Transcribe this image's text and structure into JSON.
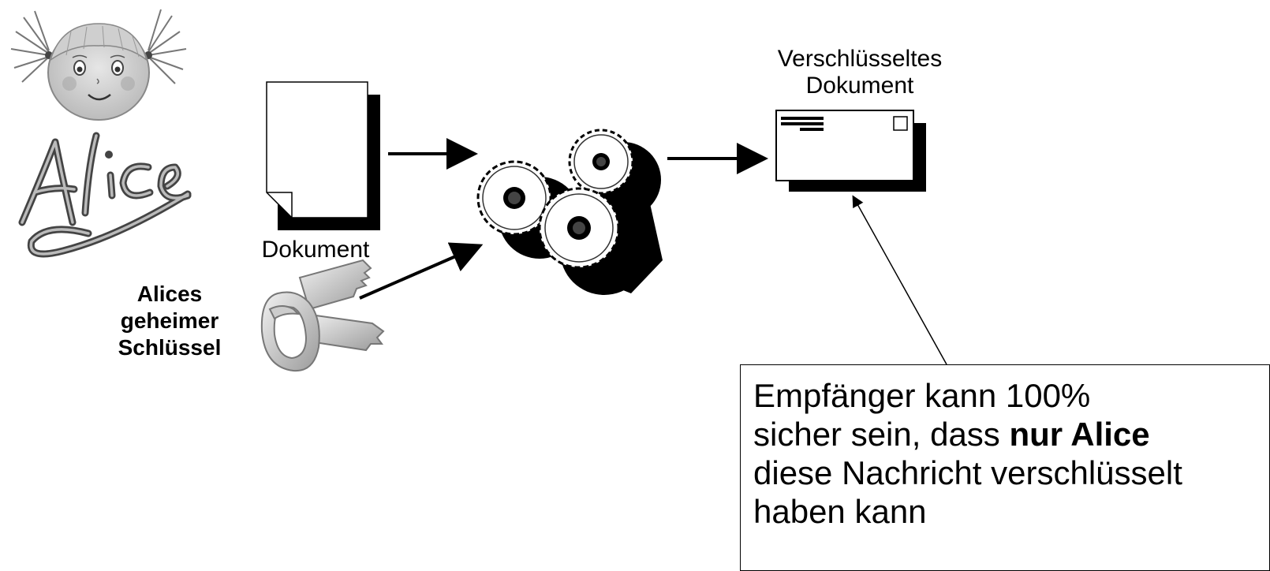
{
  "signature_text": "Alice",
  "labels": {
    "document": "Dokument",
    "encrypted_line1": "Verschlüsseltes",
    "encrypted_line2": "Dokument",
    "key_line1": "Alices",
    "key_line2": "geheimer",
    "key_line3": "Schlüssel"
  },
  "callout": {
    "line1": "Empfänger kann 100%",
    "line2_pre": "sicher sein, dass ",
    "line2_bold": "nur Alice",
    "line3": "diese Nachricht verschlüsselt",
    "line4": "haben kann"
  },
  "icons": [
    "alice-face-icon",
    "alice-signature-icon",
    "document-icon",
    "key-icon",
    "gears-icon",
    "envelope-icon",
    "arrow-icon"
  ]
}
